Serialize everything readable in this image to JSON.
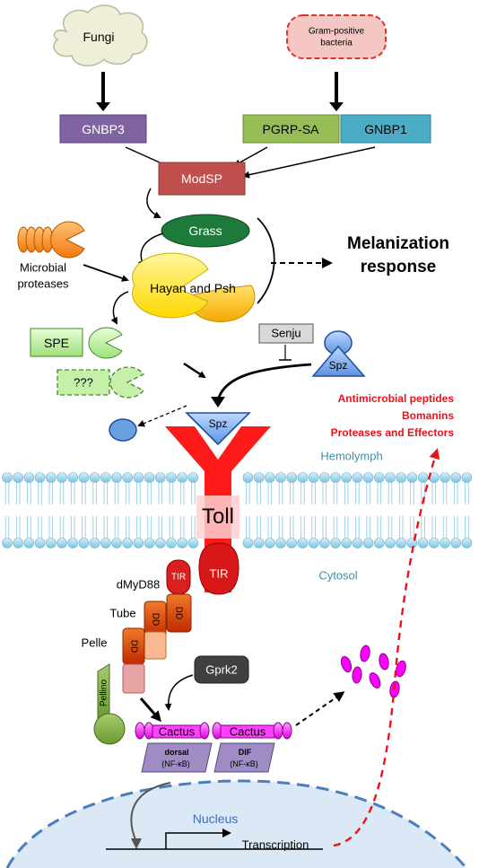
{
  "labels": {
    "fungi": "Fungi",
    "gram_pos": [
      "Gram-positive",
      "bacteria"
    ],
    "gnbp3": "GNBP3",
    "pgrp_sa": "PGRP-SA",
    "gnbp1": "GNBP1",
    "modsp": "ModSP",
    "grass": "Grass",
    "microbial_proteases": [
      "Microbial",
      "proteases"
    ],
    "hayan_psh": "Hayan and Psh",
    "melanization": [
      "Melanization",
      "response"
    ],
    "spe": "SPE",
    "unknown": "???",
    "senju": "Senju",
    "spz_free": "Spz",
    "spz_bound": "Spz",
    "outputs": [
      "Antimicrobial peptides",
      "Bomanins",
      "Proteases and Effectors"
    ],
    "hemolymph": "Hemolymph",
    "toll": "Toll",
    "tir": "TIR",
    "cytosol": "Cytosol",
    "dmyd88": "dMyD88",
    "tir_small": "TIR",
    "tube": "Tube",
    "dd1": "DD",
    "dd2": "DD",
    "dd3": "DD",
    "pelle": "Pelle",
    "pellino": "Pellino",
    "gprk2": "Gprk2",
    "cactus1": "Cactus",
    "cactus2": "Cactus",
    "dorsal": "dorsal",
    "dorsal_sub": "(NF-κB)",
    "dif": "DIF",
    "dif_sub": "(NF-κB)",
    "nucleus": "Nucleus",
    "transcription": "Transcription"
  },
  "colors": {
    "gnbp3": "#8064a2",
    "pgrp_sa": "#8db24e",
    "gnbp1": "#4bacc6",
    "modsp": "#c0504d",
    "grass": "#1e7a3a",
    "hayan": "#ffe600",
    "spe": "#c6f0a8",
    "spz": "#6a9fe0",
    "toll": "#ff1a1a",
    "pink": "#ff00ff",
    "output_red": "#e8141c",
    "membrane": "#9cd3e8",
    "nucleus": "#4a7fbf"
  }
}
